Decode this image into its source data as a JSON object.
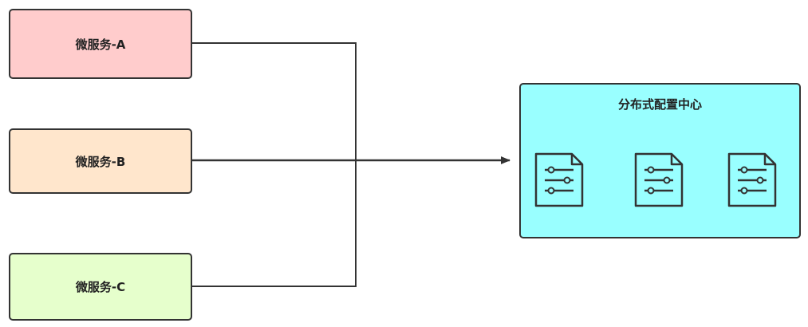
{
  "services": [
    {
      "label": "微服务-A",
      "fill": "#ffcccc"
    },
    {
      "label": "微服务-B",
      "fill": "#ffe6cc"
    },
    {
      "label": "微服务-C",
      "fill": "#e6ffcc"
    }
  ],
  "config_center": {
    "title": "分布式配置中心",
    "fill": "#99ffff"
  },
  "icons": {
    "config_file": "config-file-icon"
  },
  "colors": {
    "stroke": "#333333"
  }
}
